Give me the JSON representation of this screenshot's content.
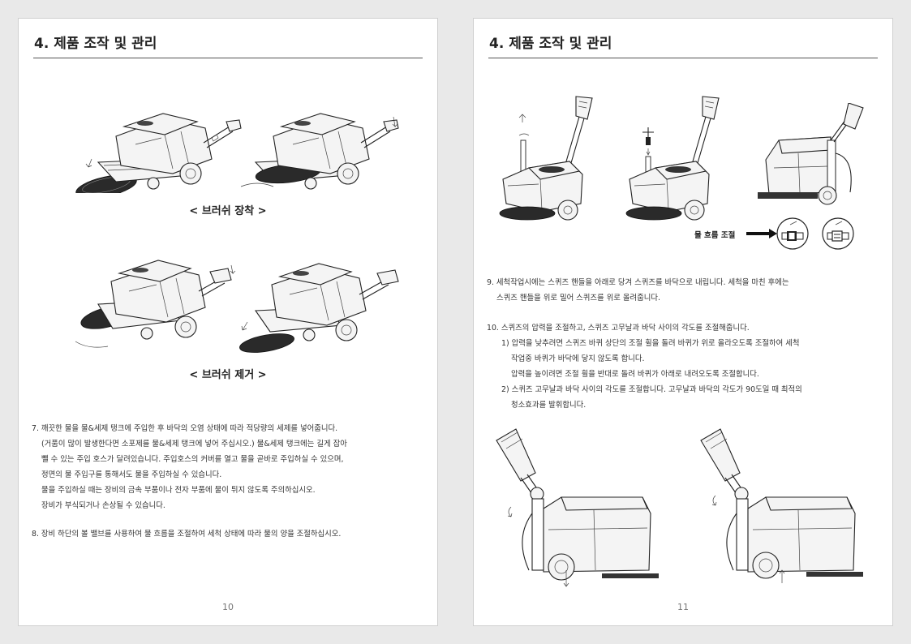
{
  "left_page": {
    "heading": "4. 제품 조작 및 관리",
    "caption_attach": "< 브러쉬 장착 >",
    "caption_remove": "< 브러쉬 제거 >",
    "item7": [
      "7. 깨끗한 물을 물&세제 탱크에 주입한 후 바닥의 오염 상태에 따라 적당량의 세제를 넣어줍니다.",
      "(거품이 많이 발생한다면 소포제를 물&세제 탱크에 넣어 주십시오.) 물&세제 탱크에는 길게 잡아",
      "뺄 수 있는 주입 호스가 달려있습니다. 주입호스의 커버를 열고 물을 곧바로 주입하실 수 있으며,",
      "정면의 물 주입구를 통해서도 물을 주입하실 수 있습니다.",
      "물을 주입하실 때는 장비의 금속 부품이나 전자 부품에 물이 튀지 않도록 주의하십시오.",
      "장비가 부식되거나 손상될 수 있습니다."
    ],
    "item8": "8. 장비 하단의 볼 밸브를 사용하여 물 흐름을 조절하여 세척 상태에 따라 물의 양을 조절하십시오.",
    "page_number": "10"
  },
  "right_page": {
    "heading": "4. 제품 조작 및 관리",
    "flow_label": "물 흐름 조절",
    "item9": [
      "9. 세척작업시에는 스퀴즈 핸들을 아래로 당겨 스퀴즈를 바닥으로 내립니다. 세척을 마친 후에는",
      "스퀴즈 핸들을 위로 밀어 스퀴즈를 위로 올려줍니다."
    ],
    "item10": [
      "10. 스퀴즈의 압력을 조절하고, 스퀴즈 고무날과 바닥 사이의 각도를 조절해줍니다.",
      "1) 압력을 낮추려면 스퀴즈 바퀴 상단의 조절 휠을 돌려 바퀴가 위로 올라오도록 조절하여 세척",
      "작업중 바퀴가 바닥에 닿지 않도록 합니다.",
      "압력을 높이려면 조절 휠을 반대로 돌려 바퀴가 아래로 내려오도록 조절합니다.",
      "2) 스퀴즈 고무날과 바닥 사이의 각도를 조절합니다. 고무날과 바닥의 각도가 90도일 때 최적의",
      "청소효과를 발휘합니다."
    ],
    "page_number": "11"
  }
}
